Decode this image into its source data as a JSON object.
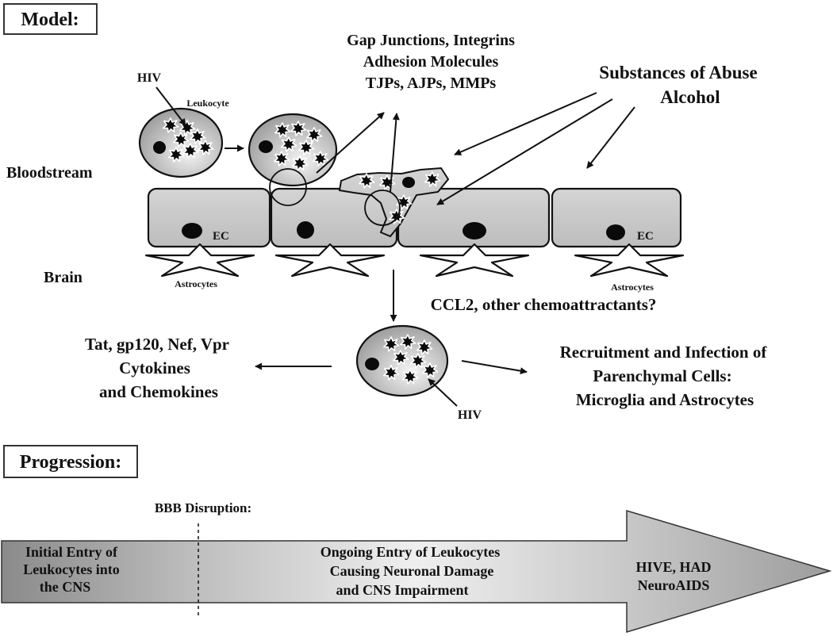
{
  "boxes": {
    "model": "Model:",
    "progression": "Progression:"
  },
  "labels": {
    "hiv_top": "HIV",
    "leukocyte": "Leukocyte",
    "bloodstream": "Bloodstream",
    "brain": "Brain",
    "ec_left": "EC",
    "ec_right": "EC",
    "astrocytes_left": "Astrocytes",
    "astrocytes_right": "Astrocytes",
    "hiv_bottom": "HIV"
  },
  "junctions": [
    "Gap Junctions, Integrins",
    "Adhesion Molecules",
    "TJPs, AJPs, MMPs"
  ],
  "abuse": [
    "Substances of Abuse",
    "Alcohol"
  ],
  "ccl2": "CCL2, other chemoattractants?",
  "viral_factors": [
    "Tat, gp120, Nef, Vpr",
    "Cytokines",
    "and Chemokines"
  ],
  "recruitment": [
    "Recruitment and Infection of",
    "Parenchymal Cells:",
    "Microglia and Astrocytes"
  ],
  "progression": {
    "bbb_label": "BBB Disruption:",
    "stage1": [
      "Initial Entry of",
      "Leukocytes into",
      "the CNS"
    ],
    "stage2": [
      "Ongoing Entry of Leukocytes",
      "Causing Neuronal Damage",
      "and CNS Impairment"
    ],
    "stage3": [
      "HIVE, HAD",
      "NeuroAIDS"
    ]
  },
  "colors": {
    "cell_fill_light": "#e6e6e6",
    "cell_fill_dark": "#b4b4b4",
    "arrow_light": "#f2f2f2",
    "arrow_dark": "#8a8a8a",
    "ink": "#111111"
  }
}
